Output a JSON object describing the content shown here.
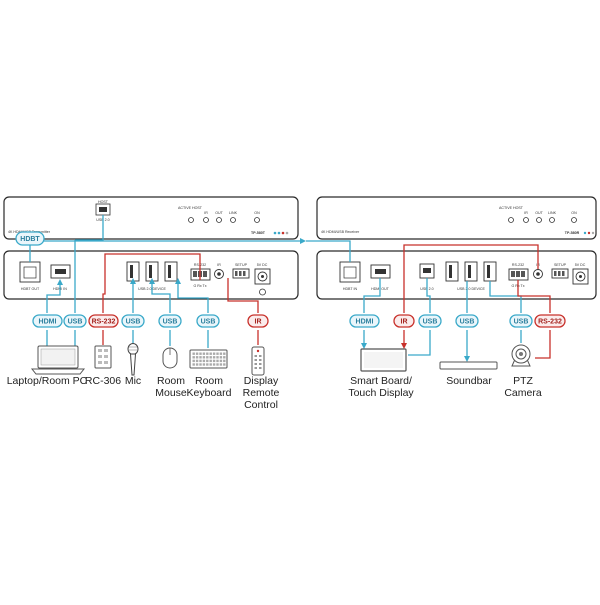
{
  "transmitter": {
    "front_model": "4K HDMI/USB Transmitter",
    "front_ports": [
      "HOST",
      "USB 2.0"
    ],
    "leds": [
      "ACTIVE HOST",
      "IR",
      "OUT",
      "LINK",
      "ON"
    ],
    "badge": "TP-580T",
    "rear_ports": [
      "HDBT OUT",
      "HDMI IN",
      "USB 2.0 DEVICE",
      "RS-232",
      "IR",
      "G Rx Tx",
      "SETUP",
      "5V DC"
    ]
  },
  "receiver": {
    "front_model": "4K HDMI/USB Receiver",
    "leds": [
      "ACTIVE HOST",
      "IR",
      "OUT",
      "LINK",
      "ON"
    ],
    "badge": "TP-580R",
    "rear_ports": [
      "HDBT IN",
      "HDMI OUT",
      "USB 2.0",
      "USB 2.0 DEVICE",
      "RS-232",
      "IR",
      "G Rx Tx",
      "SETUP",
      "5V DC"
    ]
  },
  "connectors": {
    "hdbt": "HDBT",
    "tx": [
      "HDMI",
      "USB",
      "RS-232",
      "USB",
      "USB",
      "USB",
      "IR"
    ],
    "rx": [
      "HDMI",
      "IR",
      "USB",
      "USB",
      "USB",
      "RS-232"
    ]
  },
  "devices": {
    "tx": [
      {
        "name": "laptop",
        "label": [
          "Laptop/Room PC"
        ]
      },
      {
        "name": "rc306",
        "label": [
          "RC-306"
        ]
      },
      {
        "name": "mic",
        "label": [
          "Mic"
        ]
      },
      {
        "name": "room-mouse",
        "label": [
          "Room",
          "Mouse"
        ]
      },
      {
        "name": "room-keyboard",
        "label": [
          "Room",
          "Keyboard"
        ]
      },
      {
        "name": "display-remote",
        "label": [
          "Display",
          "Remote",
          "Control"
        ]
      }
    ],
    "rx": [
      {
        "name": "smart-board",
        "label": [
          "Smart Board/",
          "Touch Display"
        ]
      },
      {
        "name": "soundbar",
        "label": [
          "Soundbar"
        ]
      },
      {
        "name": "ptz-camera",
        "label": [
          "PTZ",
          "Camera"
        ]
      }
    ]
  },
  "colors": {
    "cyan": "#3aa9c9",
    "red": "#c8312b",
    "pill_bg": "#eaf6fb",
    "pill_bg_red": "#fbecec"
  }
}
